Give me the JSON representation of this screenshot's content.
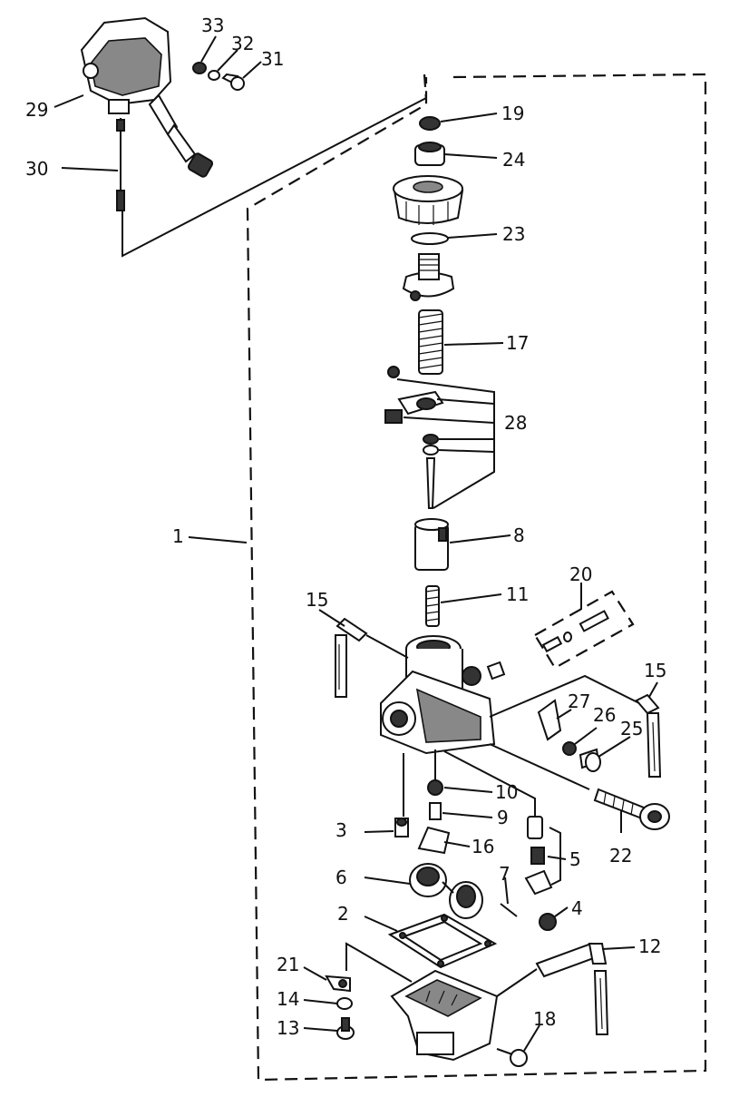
{
  "labels": {
    "p1": "1",
    "p2": "2",
    "p3": "3",
    "p4": "4",
    "p5": "5",
    "p6": "6",
    "p7": "7",
    "p8": "8",
    "p9": "9",
    "p10": "10",
    "p11": "11",
    "p12": "12",
    "p13": "13",
    "p14": "14",
    "p15a": "15",
    "p15b": "15",
    "p16": "16",
    "p17": "17",
    "p18": "18",
    "p19": "19",
    "p20": "20",
    "p21": "21",
    "p22": "22",
    "p23": "23",
    "p24": "24",
    "p25": "25",
    "p26": "26",
    "p27": "27",
    "p28": "28",
    "p29": "29",
    "p30": "30",
    "p31": "31",
    "p32": "32",
    "p33": "33"
  }
}
